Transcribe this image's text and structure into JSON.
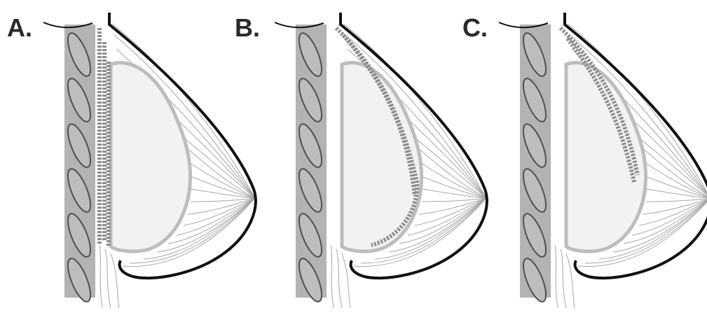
{
  "figure": {
    "panels": [
      {
        "id": "A",
        "label": "A.",
        "capsule_contact": "full"
      },
      {
        "id": "B",
        "label": "B.",
        "capsule_contact": "lower-lateral"
      },
      {
        "id": "C",
        "label": "C.",
        "capsule_contact": "upper-lateral"
      }
    ]
  },
  "colors": {
    "background": "#ffffff",
    "chest_wall": "#b3b3b3",
    "rib_outline": "#505050",
    "rib_fill": "#bdbdbd",
    "skin": "#111111",
    "ligament": "#a6a6a6",
    "implant_fill": "#f2f2f2",
    "implant_outline": "#bdbdbd",
    "capsule": "#8c8c8c",
    "label": "#2a2a2a"
  }
}
